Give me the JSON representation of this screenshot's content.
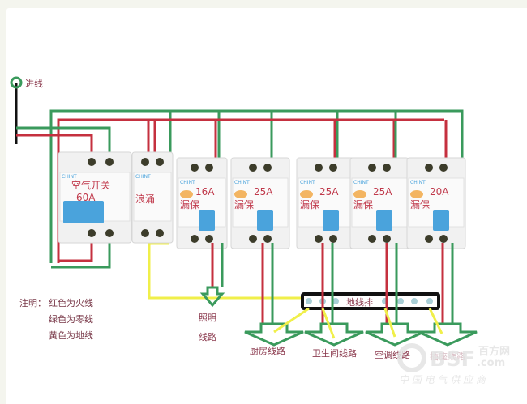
{
  "diagram": {
    "type": "residential distribution box wiring diagram",
    "inlet_label": "进线",
    "colors": {
      "live": "#c5303f",
      "neutral": "#3a9a5c",
      "ground": "#f0ef4a",
      "ground_bar": "#111111",
      "breaker_body": "#f1f1f1",
      "toggle": "#4aa3dc",
      "label_text": "#c0394b",
      "note_text": "#7a3a4a"
    },
    "breakers": [
      {
        "id": "main",
        "name": "空气开关",
        "rating": "60A",
        "kind": "air-switch"
      },
      {
        "id": "spd",
        "name": "浪涌",
        "rating": "",
        "kind": "surge-protector"
      },
      {
        "id": "rcbo-lighting",
        "name": "漏保",
        "rating": "16A",
        "kind": "rcbo"
      },
      {
        "id": "rcbo-kitchen",
        "name": "漏保",
        "rating": "25A",
        "kind": "rcbo"
      },
      {
        "id": "rcbo-bathroom",
        "name": "漏保",
        "rating": "25A",
        "kind": "rcbo"
      },
      {
        "id": "rcbo-ac",
        "name": "漏保",
        "rating": "25A",
        "kind": "rcbo"
      },
      {
        "id": "rcbo-socket",
        "name": "漏保",
        "rating": "20A",
        "kind": "rcbo"
      }
    ],
    "brand": "CHINT",
    "ground_bar_label": "地线排",
    "outputs": [
      {
        "label_line1": "照明",
        "label_line2": "线路"
      },
      {
        "label_line1": "厨房线路",
        "label_line2": ""
      },
      {
        "label_line1": "卫生间线路",
        "label_line2": ""
      },
      {
        "label_line1": "空调线路",
        "label_line2": ""
      },
      {
        "label_line1": "插座线路",
        "label_line2": ""
      }
    ],
    "legend": {
      "prefix": "注明：",
      "items": [
        "红色为火线",
        "绿色为零线",
        "黄色为地线"
      ]
    },
    "watermark": {
      "brand": "百方网",
      "domain": ".com",
      "logo_text": "BSF",
      "slogan": "中 国 电 气 供 应 商"
    }
  }
}
